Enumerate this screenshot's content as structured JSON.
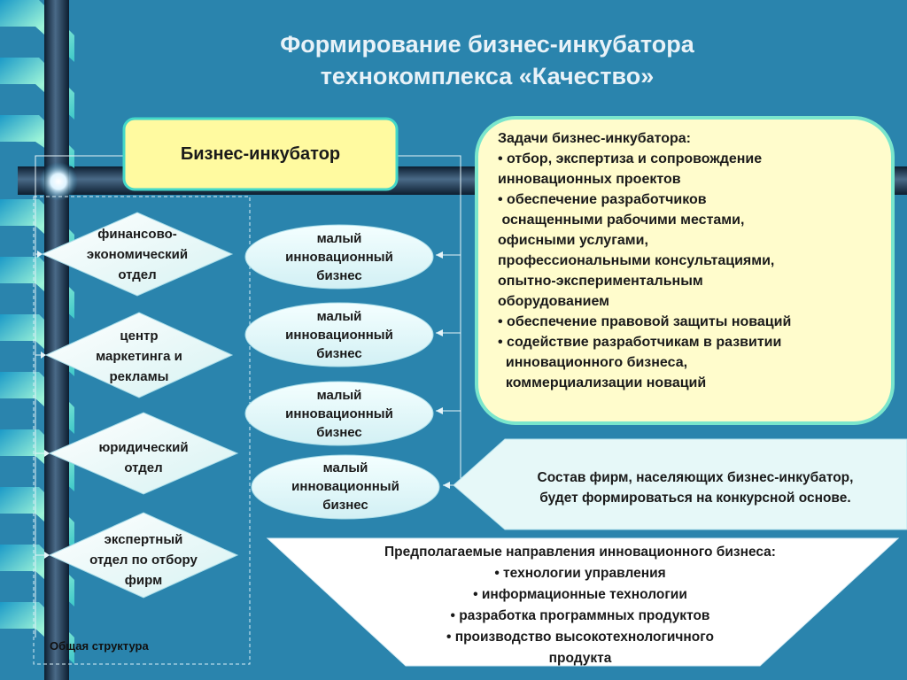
{
  "title": {
    "line1": "Формирование бизнес-инкубатора",
    "line2": "технокомплекса «Качество»"
  },
  "incubator": {
    "label": "Бизнес-инкубатор"
  },
  "departments": [
    {
      "lines": [
        "финансово-",
        "экономический",
        "отдел"
      ]
    },
    {
      "lines": [
        "центр",
        "маркетинга и",
        "рекламы"
      ]
    },
    {
      "lines": [
        "юридический",
        "отдел"
      ]
    },
    {
      "lines": [
        "экспертный",
        "отдел по отбору",
        "фирм"
      ]
    }
  ],
  "small_business": [
    {
      "lines": [
        "малый",
        "инновационный",
        "бизнес"
      ]
    },
    {
      "lines": [
        "малый",
        "инновационный",
        "бизнес"
      ]
    },
    {
      "lines": [
        "малый",
        "инновационный",
        "бизнес"
      ]
    },
    {
      "lines": [
        "малый",
        "инновационный",
        "бизнес"
      ]
    }
  ],
  "tasks": {
    "lines": [
      "Задачи бизнес-инкубатора:",
      "• отбор, экспертиза и сопровождение",
      "инновационных проектов",
      "• обеспечение разработчиков",
      " оснащенными рабочими местами,",
      "офисными услугами,",
      "профессиональными консультациями,",
      "опытно-экспериментальным",
      "оборудованием",
      "• обеспечение правовой защиты новаций",
      "• содействие разработчикам в развитии",
      "  инновационного бизнеса,",
      "  коммерциализации новаций"
    ]
  },
  "composition": {
    "lines": [
      "Состав фирм, населяющих бизнес-инкубатор,",
      "будет формироваться на конкурсной основе."
    ]
  },
  "directions": {
    "lines": [
      "Предполагаемые направления инновационного бизнеса:",
      "• технологии управления",
      "• информационные технологии",
      "• разработка программных продуктов",
      "• производство высокотехнологичного",
      "продукта"
    ]
  },
  "structure_label": "Общая структура",
  "colors": {
    "background": "#2a84ad",
    "title": "#e8f2f8",
    "incubator_fill": "#fffaa0",
    "incubator_border": "#44d8c8",
    "tasks_fill": "#fffccc",
    "tasks_border": "#7ae6cc",
    "shape_fill": "#e4f8f8",
    "diamond_fill": "#eaf8f8",
    "ribbon_light": "#9cf4d8",
    "ribbon_dark": "#1c9ac8"
  }
}
